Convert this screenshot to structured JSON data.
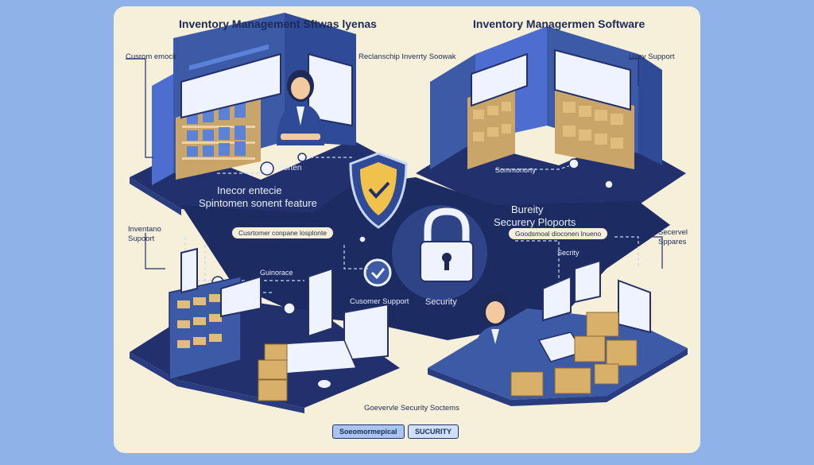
{
  "titles": {
    "left": "Inventory  Management  Sftwas lyenas",
    "right": "Inventory  Managermen  Software"
  },
  "labels": {
    "custom_emock": "Cusrom emock",
    "relationship": "Reclanschip Inverrty Soowak",
    "usey_support": "Usey Support",
    "sorten": "Sorten",
    "summonty": "Sommonorty",
    "indoor_entecie": "Inecor entecie",
    "spintomen": "Spintomen sonent feature",
    "bureity": "Bureity",
    "securry_proports": "Securery Ploports",
    "inventano": "Inventano",
    "support_left": "Supoort",
    "secervel": "Secervel",
    "sppares": "Sppares",
    "customer_pill": "Cusrtomer conpane losplonte",
    "goodsmoal_pill": "Goodsmoal dioconen lnueno",
    "guinorace": "Guinorace",
    "security_small": "Secrity",
    "customer_support": "Cusomer Support",
    "security_center": "Security",
    "governance": "Goevervle Security Soctems"
  },
  "buttons": {
    "first": "Soeomormepical",
    "second": "SUCURITY"
  },
  "colors": {
    "page_bg": "#8fb3e8",
    "card_bg": "#f6efd9",
    "navy": "#1e2a55",
    "mid_blue": "#3c5aa6",
    "shield_yellow": "#f0c24b"
  }
}
